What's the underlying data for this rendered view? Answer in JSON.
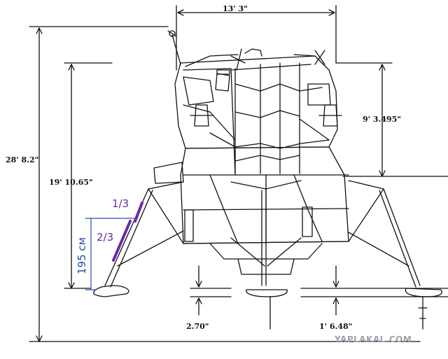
{
  "dimensions": {
    "top_width": "13' 3\"",
    "overall_height": "28' 8.2\"",
    "descent_height": "19' 10.65\"",
    "ascent_height": "9' 3.495\"",
    "pad_depth": "2.70\"",
    "probe_length": "1' 6.48\""
  },
  "annotations": {
    "upper_fraction": "1/3",
    "lower_fraction": "2/3",
    "ladder_height": "195 см"
  },
  "watermark": "YAPLAKAL.COM",
  "colors": {
    "line": "#111111",
    "annotation": "#6a2aa0",
    "dimension_blue": "#2a4fa8",
    "watermark": "#9aa3ad"
  }
}
